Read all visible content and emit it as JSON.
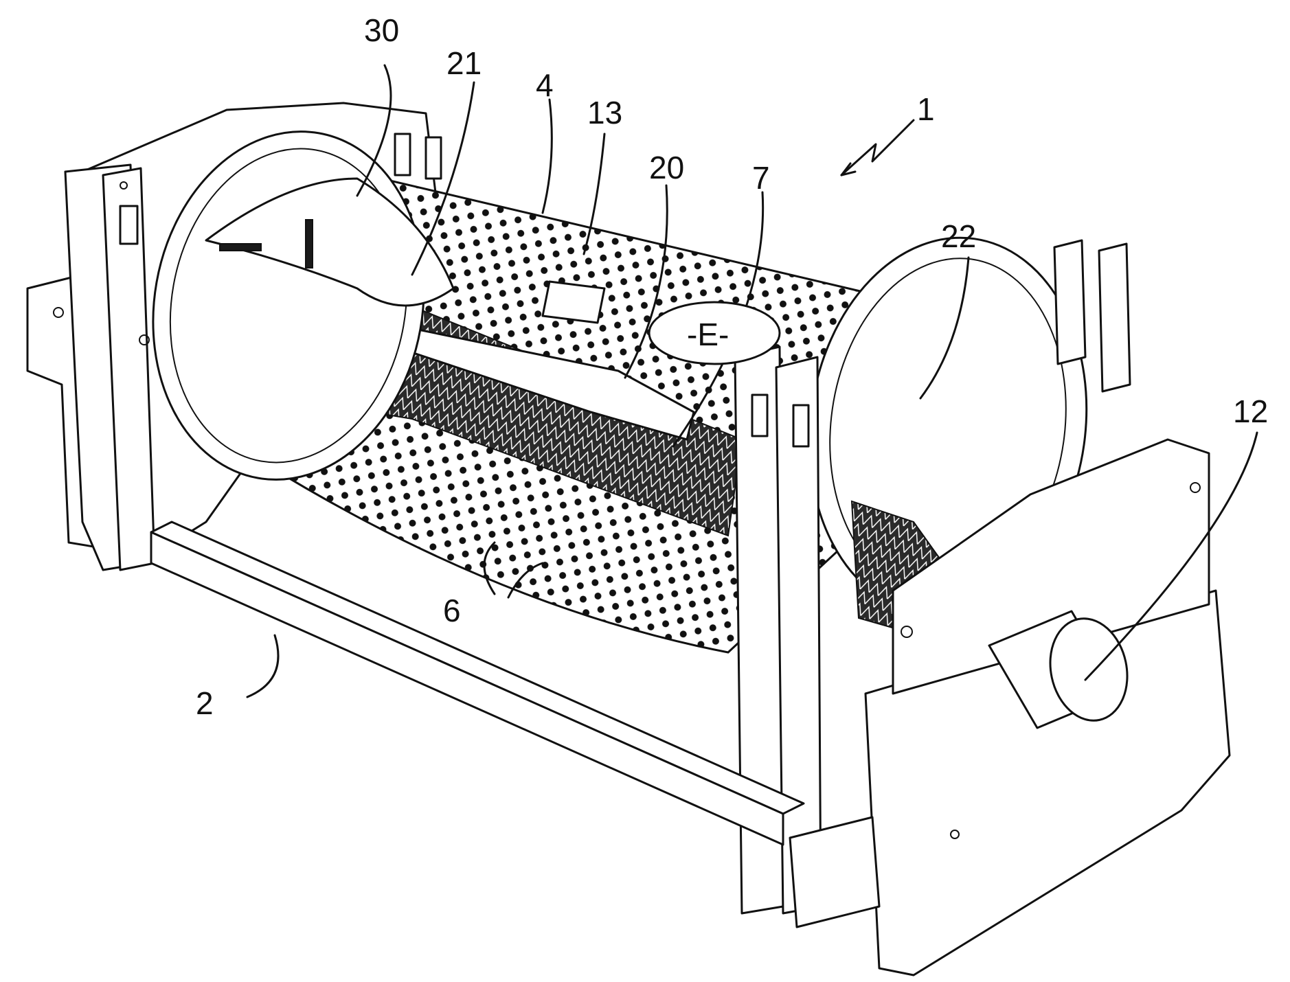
{
  "figure": {
    "labels": {
      "drum_label": "30",
      "ref_21": "21",
      "ref_4": "4",
      "ref_13": "13",
      "ref_20": "20",
      "ref_7": "7",
      "ref_1": "1",
      "ref_22": "22",
      "ref_12": "12",
      "ref_6": "6",
      "ref_2": "2",
      "ref_E": "-E-"
    }
  }
}
